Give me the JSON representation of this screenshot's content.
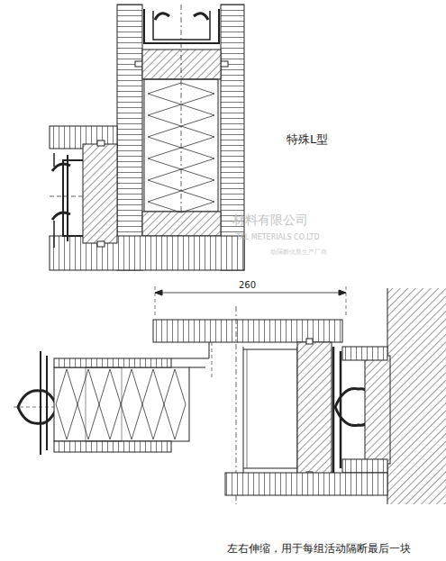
{
  "diagram": {
    "caption": "左右伸缩，用于每组活动隔断最后一块",
    "labels": [
      "特殊L型",
      "260",
      "材料有限公司",
      "TAL METERIALS CO.LTD",
      "动隔断优质生产厂商"
    ]
  }
}
